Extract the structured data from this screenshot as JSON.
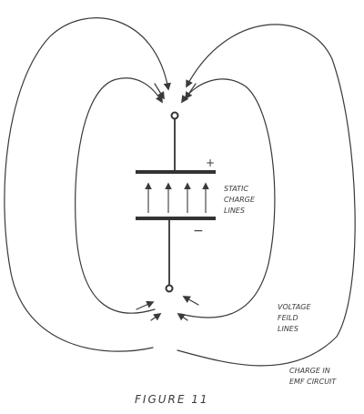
{
  "figure": {
    "caption": "FIGURE 11",
    "labels": {
      "plus": "+",
      "minus": "−",
      "static_line1": "STATIC",
      "static_line2": "CHARGE",
      "static_line3": "LINES",
      "voltage_line1": "VOLTAGE",
      "voltage_line2": "FEILD",
      "voltage_line3": "LINES",
      "charge_line1": "CHARGE IN",
      "charge_line2": "EMF CIRCUIT"
    }
  }
}
